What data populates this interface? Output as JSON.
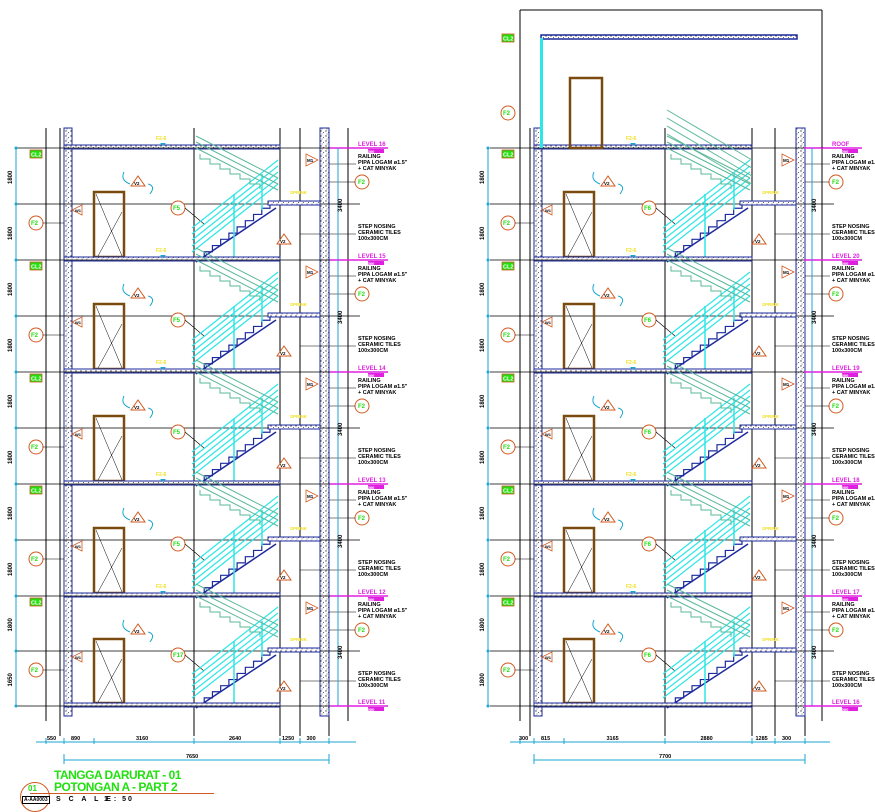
{
  "colors": {
    "wall_outline": "#1c2a9c",
    "concrete_hatch": "#333333",
    "stair_cyan": "#2ee6e6",
    "stair_green": "#5ab89a",
    "door_brown": "#7a4a10",
    "level_magenta": "#e020e0",
    "dim_cyan": "#1aa6d0",
    "tag_orange": "#d05a20",
    "tag_green": "#22e010",
    "tag_yellow": "#f0e020",
    "grid_black": "#000000",
    "red_accent": "#e01010"
  },
  "title_block": {
    "line1": "TANGGA DARURAT - 01",
    "line2": "POTONGAN A - PART 2",
    "scale_label": "S C A L E",
    "scale_value": "1 : 50",
    "drawing_number": "01",
    "sheet_ref": "A-AA0003"
  },
  "annotations": {
    "railing": [
      "RAILING",
      "PIPA LOGAM ø1.5\"",
      "+ CAT MINYAK"
    ],
    "step_nosing": [
      "STEP NOSING",
      "CERAMIC TILES",
      "100x300CM"
    ],
    "level_sub": "+ ±000",
    "floor_height_dim": "3400"
  },
  "left_section": {
    "levels": [
      "LEVEL 16",
      "LEVEL 15",
      "LEVEL 14",
      "LEVEL 13",
      "LEVEL 12",
      "LEVEL 11"
    ],
    "left_dims": [
      "1800",
      "1800",
      "1800",
      "1800",
      "1800",
      "1800",
      "1800",
      "1800",
      "1800",
      "1650"
    ],
    "left_tags": [
      "CL2",
      "F2",
      "CL2",
      "F2",
      "CL2",
      "F2",
      "CL2",
      "F2",
      "CL2",
      "F2"
    ],
    "room_tags": [
      "F5",
      "F5",
      "F5",
      "F5",
      "F17"
    ],
    "bottom_dims": [
      "550",
      "890",
      "3160",
      "2640",
      "1250",
      "300"
    ],
    "overall_dim": "7650"
  },
  "right_section": {
    "levels": [
      "ROOF",
      "LEVEL 20",
      "LEVEL 19",
      "LEVEL 18",
      "LEVEL 17",
      "LEVEL 16"
    ],
    "left_dims": [
      "1800",
      "1800",
      "1800",
      "1800",
      "1800",
      "1800",
      "1800",
      "1800",
      "1800",
      "1800"
    ],
    "left_tags": [
      "CL2",
      "F2",
      "CL2",
      "F2",
      "CL2",
      "F2",
      "CL2",
      "F2",
      "CL2",
      "F2",
      "CL2",
      "F2"
    ],
    "room_tags": [
      "F6",
      "F6",
      "F6",
      "F6",
      "F6"
    ],
    "bottom_dims": [
      "300",
      "815",
      "3165",
      "2880",
      "1285",
      "300"
    ],
    "overall_dim": "7700"
  },
  "symbols": {
    "window_tag": "W1",
    "vent_tag": "V2",
    "mark_tag": "M1",
    "fire_tag": "F2-6",
    "yellow_tag": "SPRINK"
  }
}
